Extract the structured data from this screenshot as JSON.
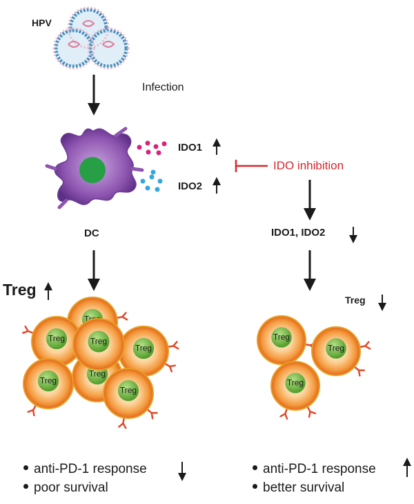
{
  "labels": {
    "virus": "HPV",
    "infection": "Infection",
    "ido1": "IDO1",
    "ido2": "IDO2",
    "inhibition": "IDO inhibition",
    "dc": "DC",
    "ido_both": "IDO1, IDO2",
    "treg_left": "Treg",
    "treg_right": "Treg",
    "cell": "Treg"
  },
  "outcomes": {
    "left": [
      "anti-PD-1 response",
      "poor survival"
    ],
    "right": [
      "anti-PD-1 response",
      "better survival"
    ]
  },
  "colors": {
    "inhibition": "#d7262b",
    "dc_body": "#8e55b0",
    "nucleus": "#27a045",
    "ido1_dots": "#d7237c",
    "ido2_dots": "#35a7dc",
    "treg_outer": "#f07d1f",
    "treg_inner": "#6dbb35",
    "receptor": "#e0492a",
    "virus": "#4a8fbf",
    "arrow": "#1a1a1a"
  }
}
